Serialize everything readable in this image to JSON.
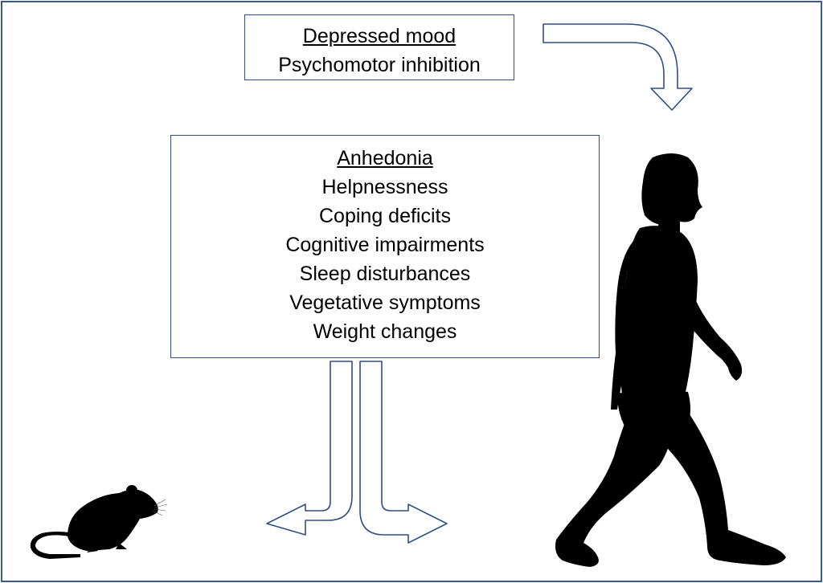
{
  "top_box": {
    "heading": "Depressed mood",
    "items": [
      "Psychomotor inhibition"
    ]
  },
  "main_box": {
    "heading": "Anhedonia",
    "items": [
      "Helpnessness",
      "Coping deficits",
      "Cognitive impairments",
      "Sleep disturbances",
      "Vegetative symptoms",
      "Weight changes"
    ]
  },
  "icons": {
    "human": "walking-human-silhouette-icon",
    "rodent": "mouse-silhouette-icon"
  },
  "colors": {
    "border": "#2f4e86",
    "frame": "#3a5a8c",
    "silhouette": "#000000"
  }
}
